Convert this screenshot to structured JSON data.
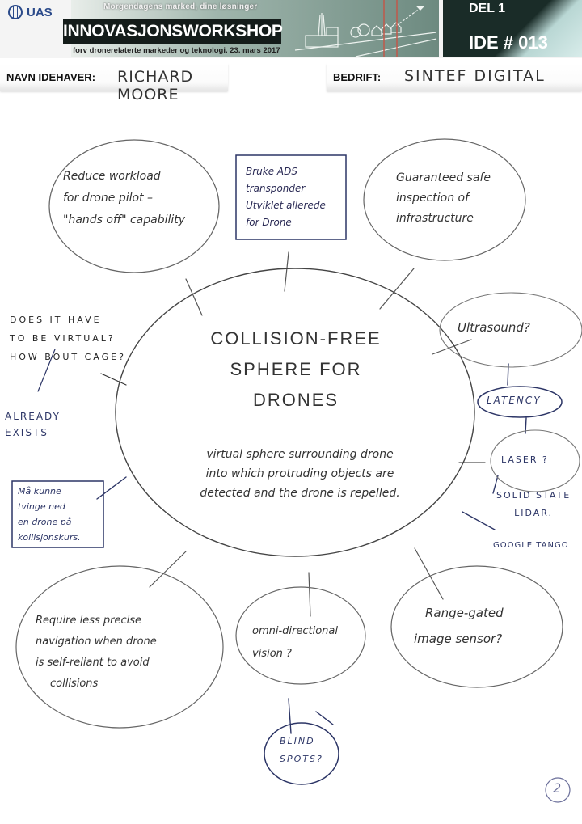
{
  "header": {
    "logo_text": "UAS",
    "tagline": "Morgendagens marked, dine løsninger",
    "title": "INNOVASJONSWORKSHOP",
    "subtitle": "forv dronerelaterte markeder og teknologi. 23. mars 2017",
    "part_label": "DEL 1",
    "idea_number": "IDE # 013"
  },
  "fields": {
    "owner_label": "NAVN IDEHAVER:",
    "owner_value": "RICHARD MOORE",
    "company_label": "BEDRIFT:",
    "company_value": "SINTEF DIGITAL"
  },
  "diagram": {
    "center": {
      "title_lines": [
        "COLLISION-FREE",
        "SPHERE FOR",
        "DRONES"
      ],
      "description_lines": [
        "virtual sphere surrounding drone",
        "into which protruding objects are",
        "detected and the drone is repelled."
      ]
    },
    "nodes": [
      {
        "id": "reduce-workload",
        "shape": "ellipse",
        "ink": "pencil",
        "lines": [
          "Reduce workload",
          "for drone pilot –",
          "\"hands off\" capability"
        ]
      },
      {
        "id": "ads-transponder",
        "shape": "box",
        "ink": "blue",
        "lines": [
          "Bruke ADS",
          "transponder",
          "Utviklet allerede",
          "for Drone"
        ]
      },
      {
        "id": "safe-inspection",
        "shape": "ellipse",
        "ink": "pencil",
        "lines": [
          "Guaranteed safe",
          "inspection of",
          "infrastructure"
        ]
      },
      {
        "id": "virtual-question",
        "shape": "text",
        "ink": "black",
        "lines": [
          "DOES IT HAVE",
          "TO BE VIRTUAL?",
          "HOW BOUT CAGE?"
        ]
      },
      {
        "id": "already-exists",
        "shape": "text",
        "ink": "blue",
        "lines": [
          "ALREADY",
          "EXISTS"
        ]
      },
      {
        "id": "ultrasound",
        "shape": "ellipse",
        "ink": "pencil",
        "lines": [
          "Ultrasound?"
        ]
      },
      {
        "id": "latency",
        "shape": "ellipse",
        "ink": "blue",
        "lines": [
          "LATENCY"
        ]
      },
      {
        "id": "laser",
        "shape": "ellipse",
        "ink": "pencil",
        "lines": [
          "LASER ?"
        ]
      },
      {
        "id": "solid-state-lidar",
        "shape": "text",
        "ink": "blue",
        "lines": [
          "SOLID STATE",
          "LIDAR."
        ]
      },
      {
        "id": "google-tango",
        "shape": "text",
        "ink": "blue",
        "lines": [
          "GOOGLE TANGO"
        ]
      },
      {
        "id": "force-down",
        "shape": "box",
        "ink": "blue",
        "lines": [
          "Må kunne",
          "tvinge ned",
          "en drone på",
          "kollisjonskurs."
        ]
      },
      {
        "id": "less-precise-navigation",
        "shape": "ellipse",
        "ink": "pencil",
        "lines": [
          "Require less precise",
          "navigation when drone",
          "is self-reliant to avoid",
          "collisions"
        ]
      },
      {
        "id": "omni-vision",
        "shape": "ellipse",
        "ink": "pencil",
        "lines": [
          "omni-directional",
          "vision ?"
        ]
      },
      {
        "id": "blind-spots",
        "shape": "ellipse",
        "ink": "blue",
        "lines": [
          "BLIND",
          "SPOTS?"
        ]
      },
      {
        "id": "range-gated",
        "shape": "ellipse",
        "ink": "pencil",
        "lines": [
          "Range-gated",
          "image sensor?"
        ]
      }
    ],
    "page_number": "2"
  }
}
